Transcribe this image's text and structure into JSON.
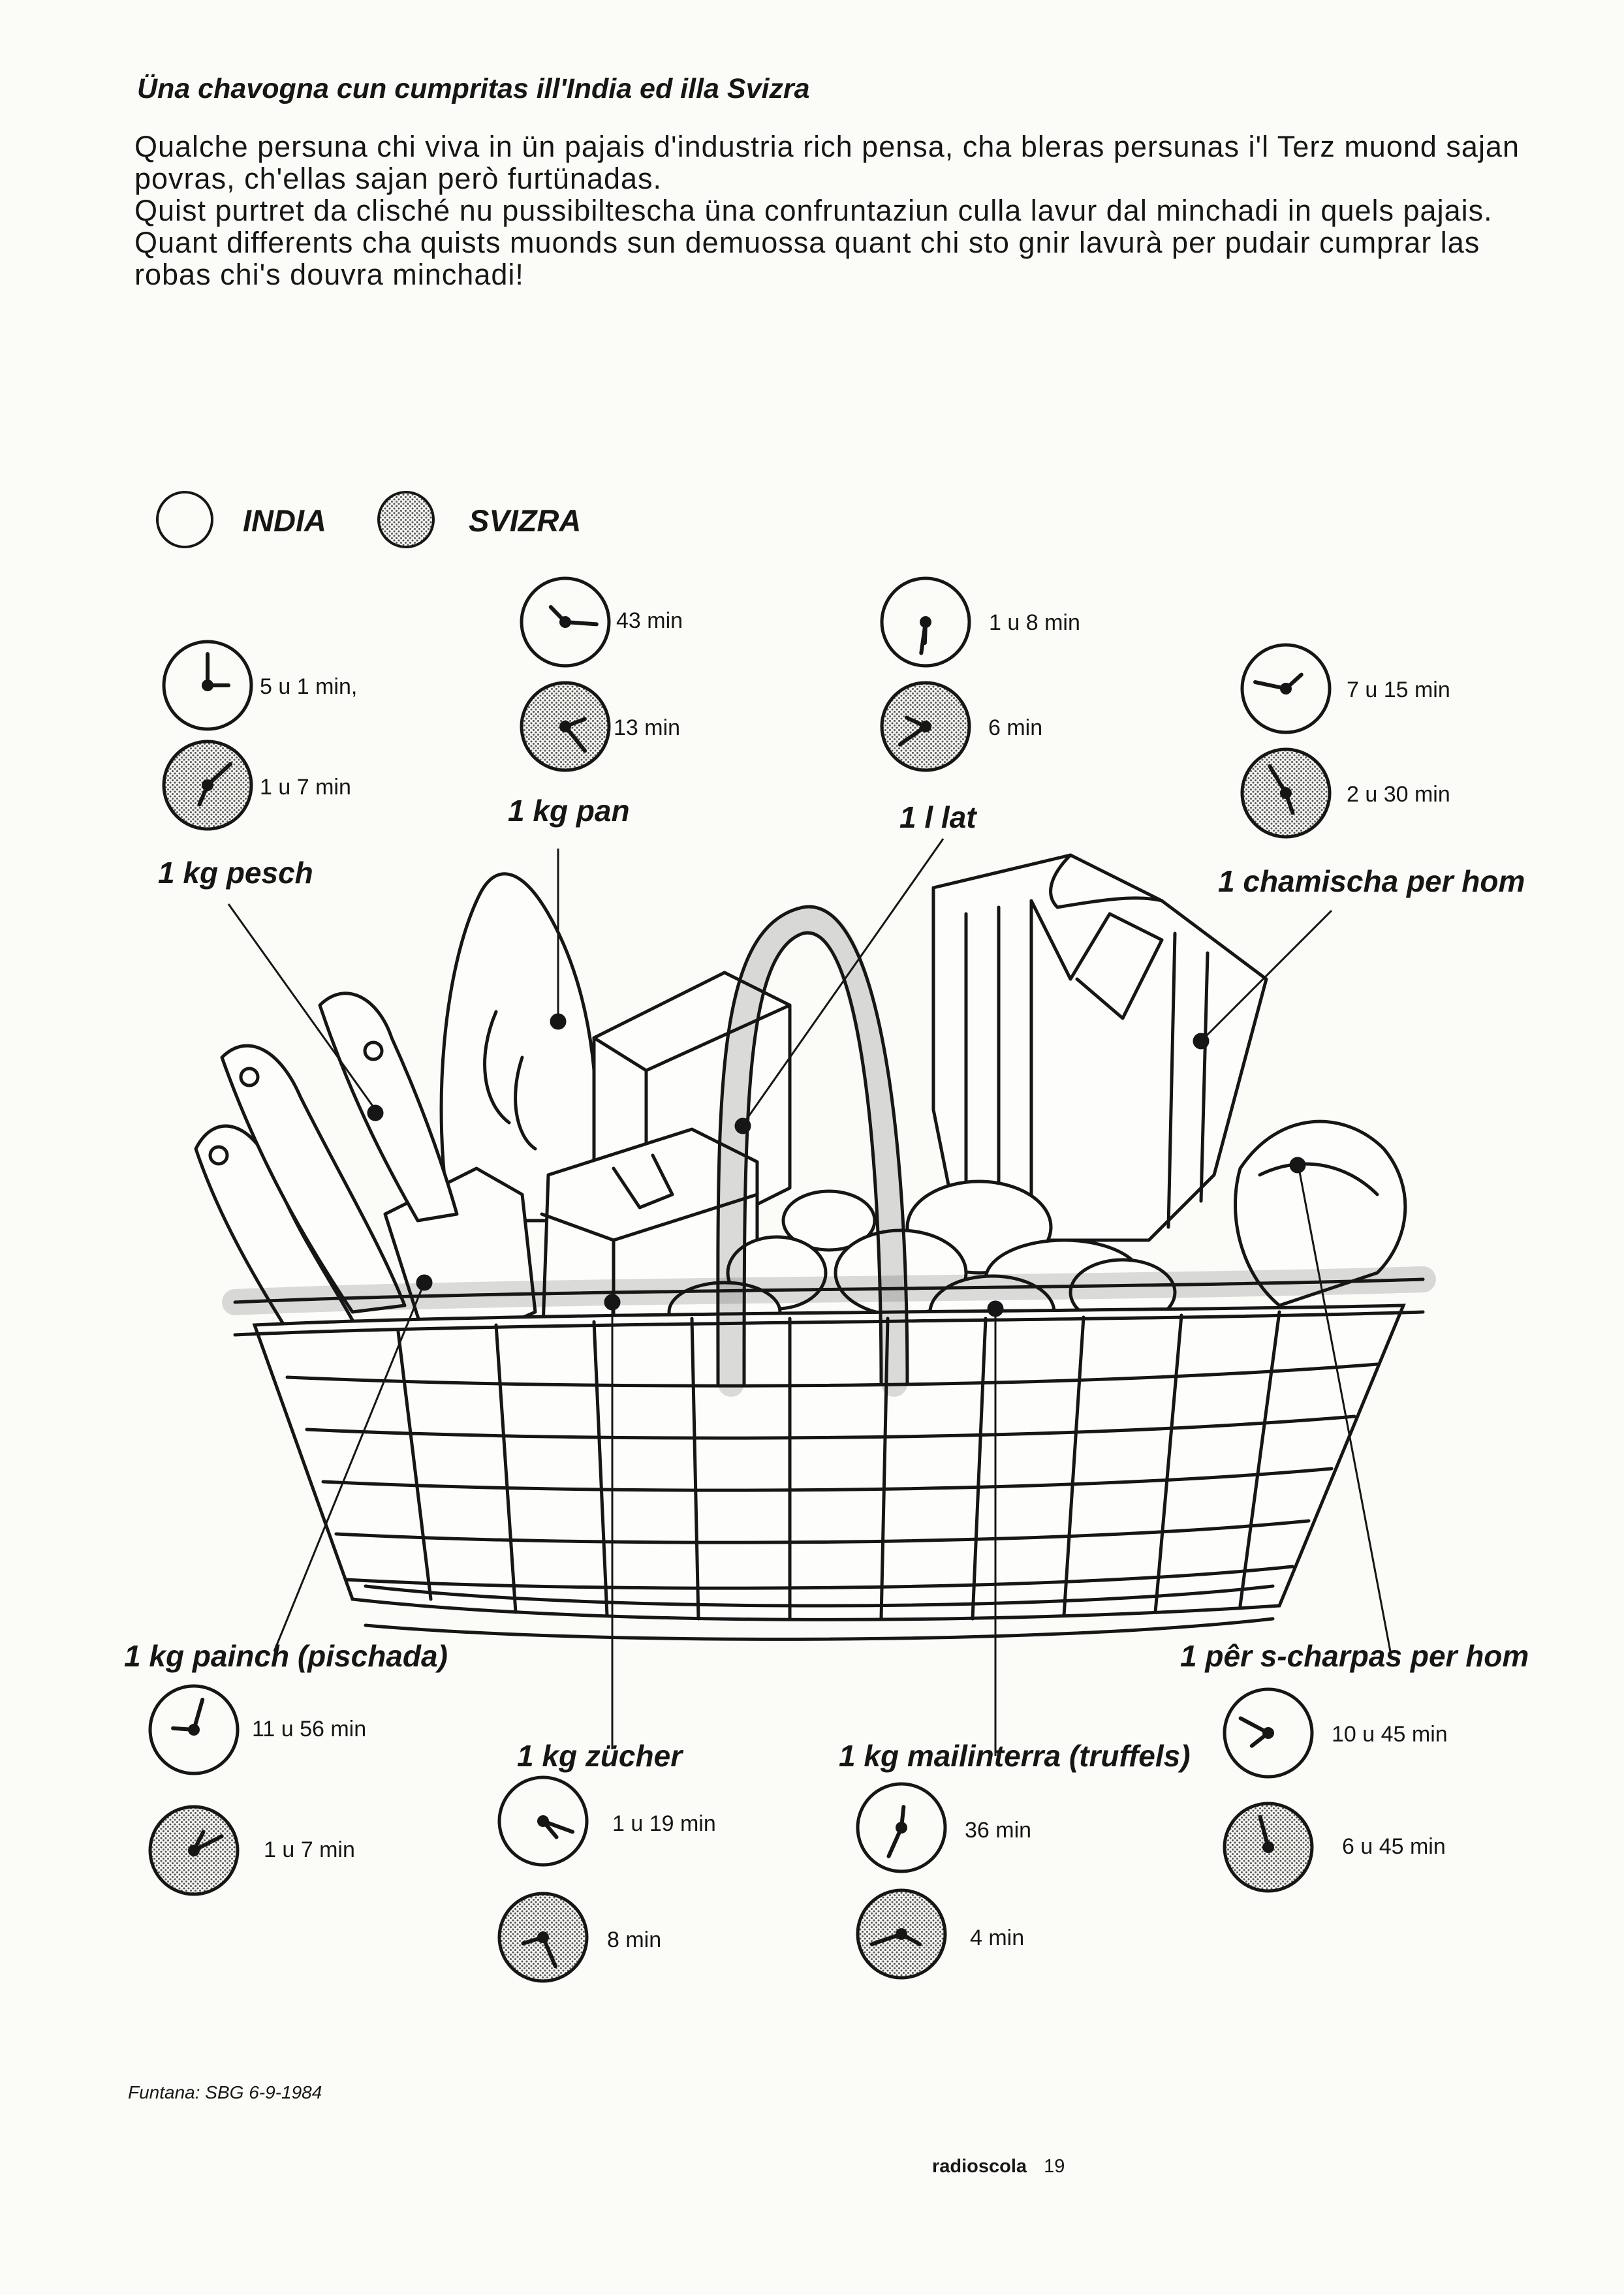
{
  "title": "Üna chavogna cun cumpritas ill'India ed illa Svizra",
  "intro": [
    "Qualche persuna chi viva in ün pajais d'industria rich pensa, cha bleras persunas i'l Terz muond sajan povras, ch'ellas sajan però furtünadas.",
    "Quist purtret da clisché nu pussibiltescha üna confruntaziun culla lavur dal minchadi in quels pajais.",
    "Quant differents cha quists muonds sun demuossa quant chi sto gnir lavurà per pudair cumprar las robas chi's douvra minchadi!"
  ],
  "legend": {
    "india": "INDIA",
    "svizra": "SVIZRA"
  },
  "items": [
    {
      "label": "1 kg pesch",
      "india": "5 u  1 min,",
      "svizra": "1 u  7 min"
    },
    {
      "label": "1 kg pan",
      "india": "43 min",
      "svizra": "13 min"
    },
    {
      "label": "1 l lat",
      "india": "1 u  8 min",
      "svizra": "6 min"
    },
    {
      "label": "1 chamischa per hom",
      "india": "7 u  15 min",
      "svizra": "2 u   30 min"
    },
    {
      "label": "1 kg painch (pischada)",
      "india": "11 u  56 min",
      "svizra": "1 u  7 min"
    },
    {
      "label": "1 kg zücher",
      "india": "1 u  19 min",
      "svizra": "8 min"
    },
    {
      "label": "1 kg mailinterra (truffels)",
      "india": "36 min",
      "svizra": "4 min"
    },
    {
      "label": "1 pêr s-charpas per hom",
      "india": "10 u  45 min",
      "svizra": "6 u  45 min"
    }
  ],
  "source": "Funtana: SBG 6-9-1984",
  "footer": {
    "publication": "radioscola",
    "page": "19"
  }
}
